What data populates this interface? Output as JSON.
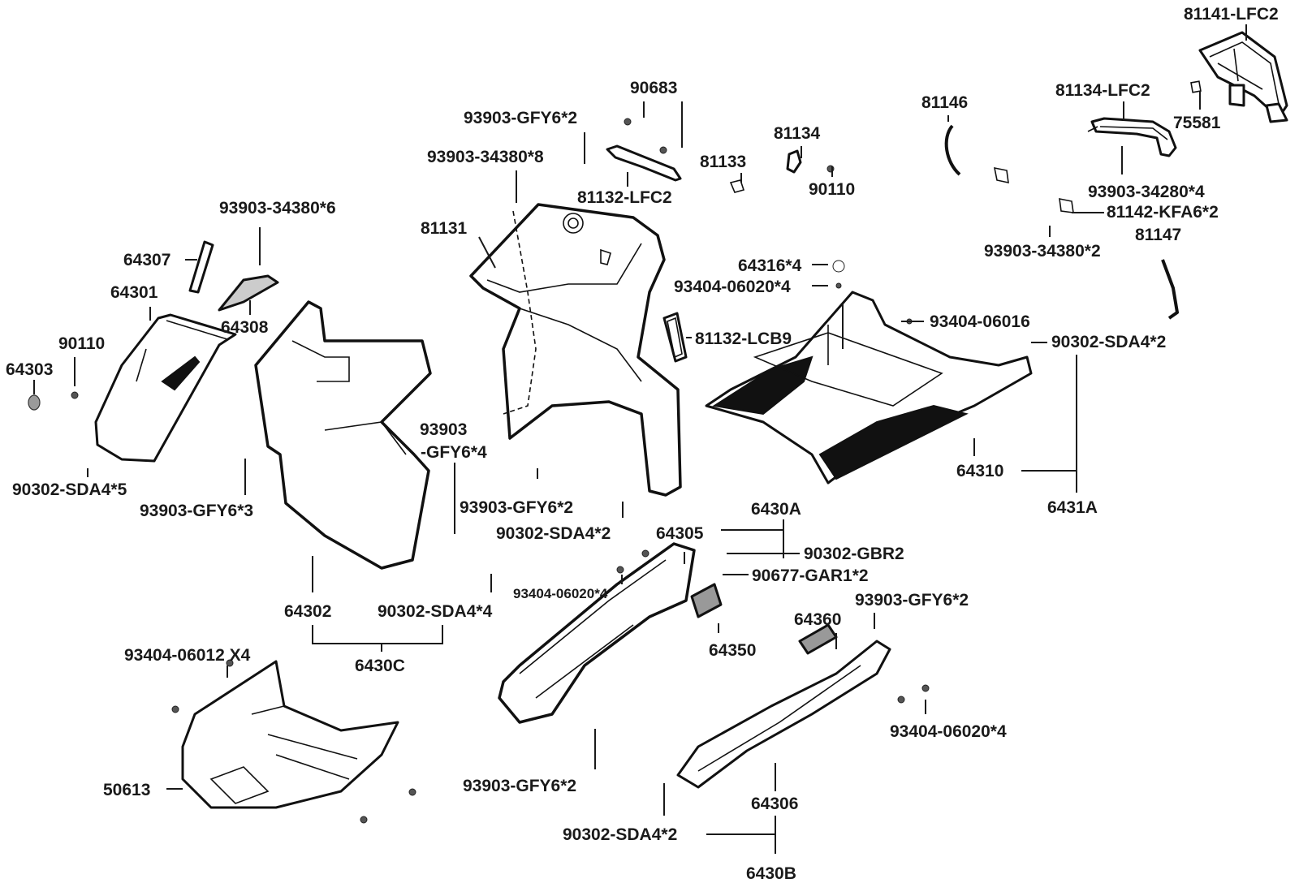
{
  "diagram": {
    "title": "Body cover / floor panel exploded parts diagram",
    "labels": {
      "p81141_LFC2": "81141-LFC2",
      "p75581": "75581",
      "p81134_LFC2": "81134-LFC2",
      "p81146": "81146",
      "p93903_34280x4": "93903-34280*4",
      "p81142_KFA6x2": "81142-KFA6*2",
      "p93903_34380x2": "93903-34380*2",
      "p81147": "81147",
      "p90683": "90683",
      "p93903_GFY6x2_top": "93903-GFY6*2",
      "p93903_34380x8": "93903-34380*8",
      "p81132_LFC2": "81132-LFC2",
      "p81133": "81133",
      "p81134": "81134",
      "p90110_top": "90110",
      "p81131": "81131",
      "p93903_34380x6": "93903-34380*6",
      "p64307": "64307",
      "p64301": "64301",
      "p64308": "64308",
      "p90110_left": "90110",
      "p64303": "64303",
      "p90302_SDA4x5": "90302-SDA4*5",
      "p93903_GFY6x3": "93903-GFY6*3",
      "p93903_line1": "93903",
      "p93903_line2": "-GFY6*4",
      "p64316x4": "64316*4",
      "p93404_06020x4_a": "93404-06020*4",
      "p81132_LCB9": "81132-LCB9",
      "p93404_06016": "93404-06016",
      "p90302_SDA4x2_right": "90302-SDA4*2",
      "p64310": "64310",
      "p6431A": "6431A",
      "p93903_GFY6x2_mid": "93903-GFY6*2",
      "p90302_SDA4x2_mid": "90302-SDA4*2",
      "p64305": "64305",
      "p6430A": "6430A",
      "p90302_GBR2": "90302-GBR2",
      "p90677_GAR1x2": "90677-GAR1*2",
      "p93404_06020x4_small": "93404-06020*4",
      "p64302": "64302",
      "p90302_SDA4x4": "90302-SDA4*4",
      "p6430C": "6430C",
      "p93903_GFY6x2_right": "93903-GFY6*2",
      "p64360": "64360",
      "p64350": "64350",
      "p93404_06012x4": "93404-06012 X4",
      "p50613": "50613",
      "p93404_06020x4_b": "93404-06020*4",
      "p93903_GFY6x2_bottom": "93903-GFY6*2",
      "p64306": "64306",
      "p90302_SDA4x2_bottom": "90302-SDA4*2",
      "p6430B": "6430B"
    }
  }
}
